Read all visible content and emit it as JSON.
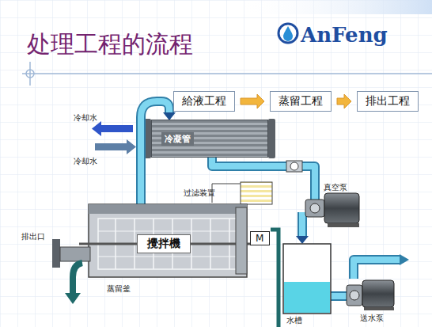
{
  "diagram": {
    "title": "处理工程的流程",
    "nodes": [
      {
        "text": [
          "給液工程"
        ]
      },
      {
        "text": [
          "蒸留工程"
        ]
      },
      {
        "text": [
          "排出工程"
        ]
      },
      {
        "text": [
          "冷凝管"
        ]
      },
      {
        "text": [
          "攪拌機"
        ]
      },
      {
        "text": [
          "M"
        ]
      }
    ],
    "edges": [
      {
        "from": 0,
        "to": 1,
        "arrow": "to"
      },
      {
        "from": 1,
        "to": 2,
        "arrow": "to"
      }
    ],
    "labels": [
      "AnFeng",
      "冷却水",
      "冷却水",
      "过滤装置",
      "真空泵",
      "排出口",
      "蒸留釜",
      "水槽",
      "送水泵"
    ]
  }
}
